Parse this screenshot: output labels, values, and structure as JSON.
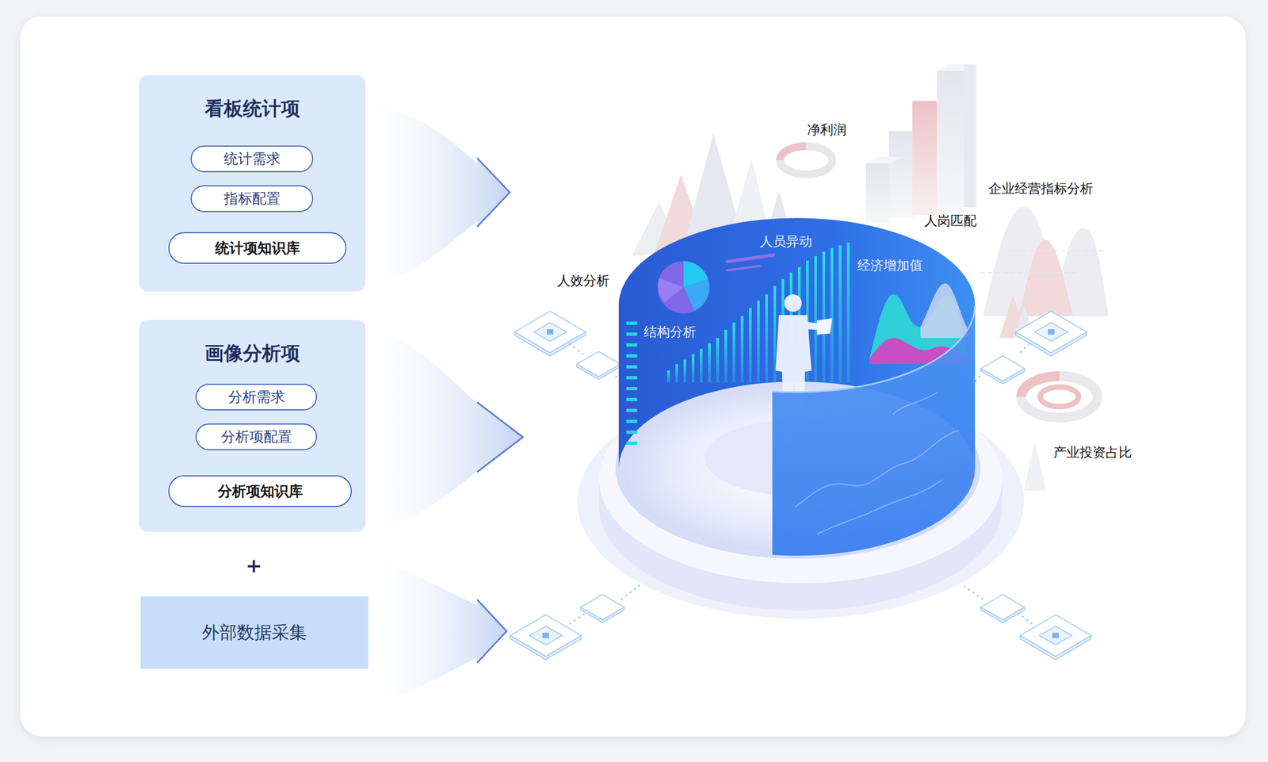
{
  "diagram": {
    "nodes": [
      {
        "text": [
          "看板统计项"
        ]
      },
      {
        "text": [
          "统计需求"
        ],
        "in": 0
      },
      {
        "text": [
          "指标配置"
        ],
        "in": 0
      },
      {
        "text": [
          "统计项知识库"
        ],
        "in": 0
      },
      {
        "text": [
          "画像分析项"
        ]
      },
      {
        "text": [
          "分析需求"
        ],
        "in": 4
      },
      {
        "text": [
          "分析项配置"
        ],
        "in": 4
      },
      {
        "text": [
          "分析项知识库"
        ],
        "in": 4
      },
      {
        "text": [
          "外部数据采集"
        ]
      }
    ],
    "edges": [
      {
        "from": 1,
        "to": 2,
        "arrow": "to"
      },
      {
        "from": 2,
        "to": 3,
        "arrow": "to"
      },
      {
        "from": 5,
        "to": 6,
        "arrow": "to"
      },
      {
        "from": 6,
        "to": 7,
        "arrow": "to"
      }
    ],
    "labels": [
      "+",
      "净利润",
      "企业经营指标分析",
      "人岗匹配",
      "人效分析",
      "人员异动",
      "经济增加值",
      "结构分析",
      "产业投资占比"
    ]
  }
}
